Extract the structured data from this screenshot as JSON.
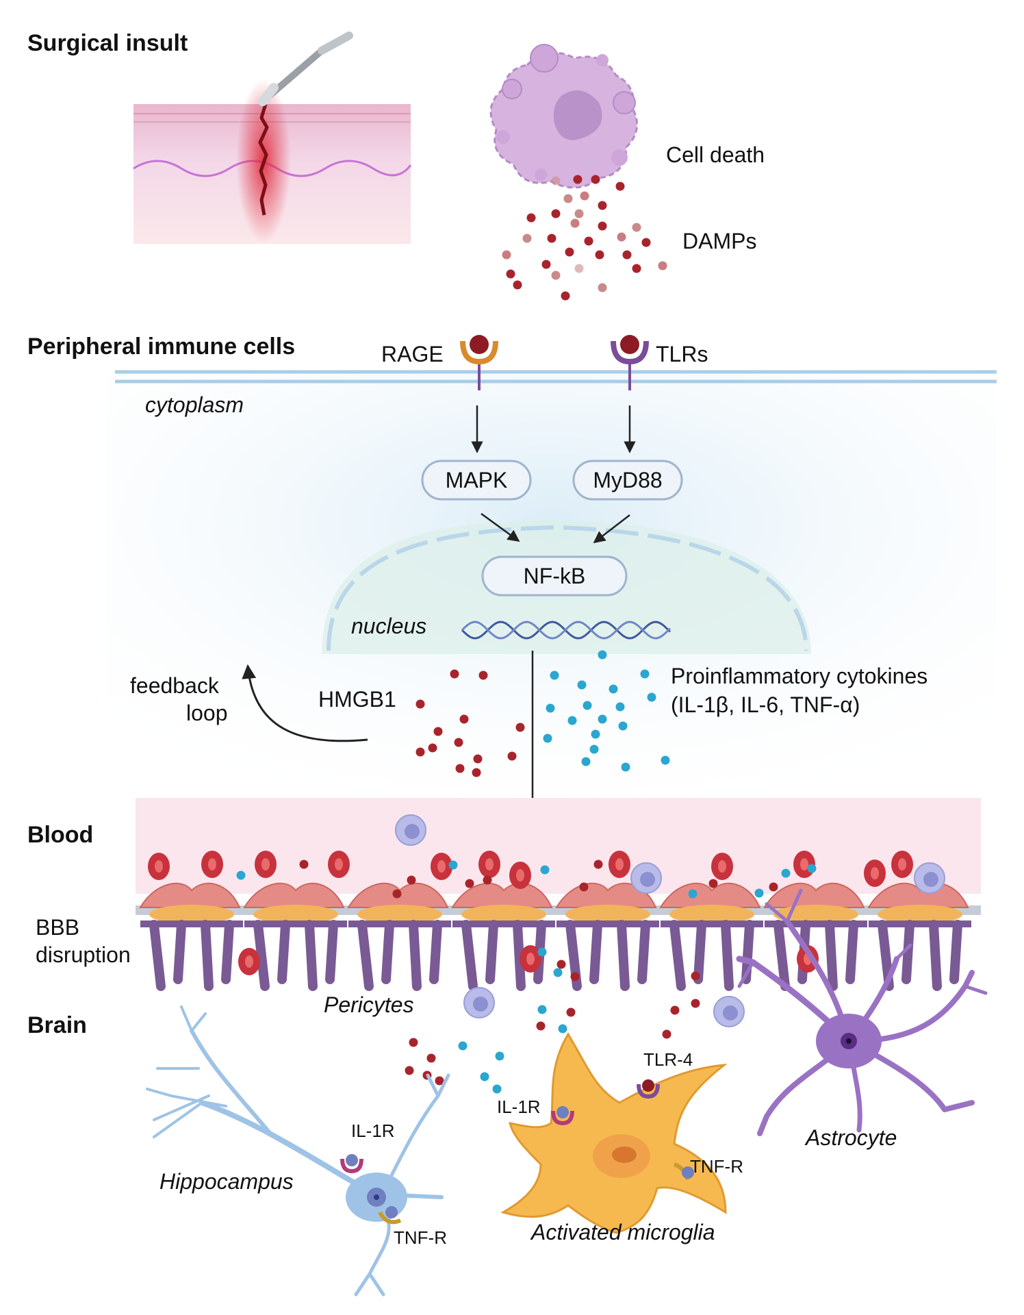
{
  "sections": {
    "surgical": "Surgical insult",
    "peripheral": "Peripheral immune cells",
    "blood": "Blood",
    "brain": "Brain"
  },
  "labels": {
    "cell_death": "Cell death",
    "damps": "DAMPs",
    "rage": "RAGE",
    "tlrs": "TLRs",
    "cytoplasm": "cytoplasm",
    "mapk": "MAPK",
    "myd88": "MyD88",
    "nfkb": "NF-kB",
    "nucleus": "nucleus",
    "feedback_1": "feedback",
    "feedback_2": "loop",
    "hmgb1": "HMGB1",
    "cytokines_1": "Proinflammatory cytokines",
    "cytokines_2": "(IL-1β, IL-6, TNF-α)",
    "bbb_1": "BBB",
    "bbb_2": "disruption",
    "pericytes": "Pericytes",
    "hippocampus": "Hippocampus",
    "microglia": "Activated microglia",
    "astrocyte": "Astrocyte",
    "il1r_neuron": "IL-1R",
    "tnfr_neuron": "TNF-R",
    "il1r_micro": "IL-1R",
    "tlr4": "TLR-4",
    "tnfr_micro": "TNF-R"
  },
  "colors": {
    "damp_red": "#a8242c",
    "cytokine_blue": "#2aa6cf",
    "rage_orange": "#d98a2b",
    "tlr_purple": "#7a4c9a",
    "membrane_blue": "#a9cde6",
    "microglia_orange": "#f6b94f",
    "astrocyte_purple": "#9a72c4",
    "neuron_blue": "#9ec3e6"
  }
}
